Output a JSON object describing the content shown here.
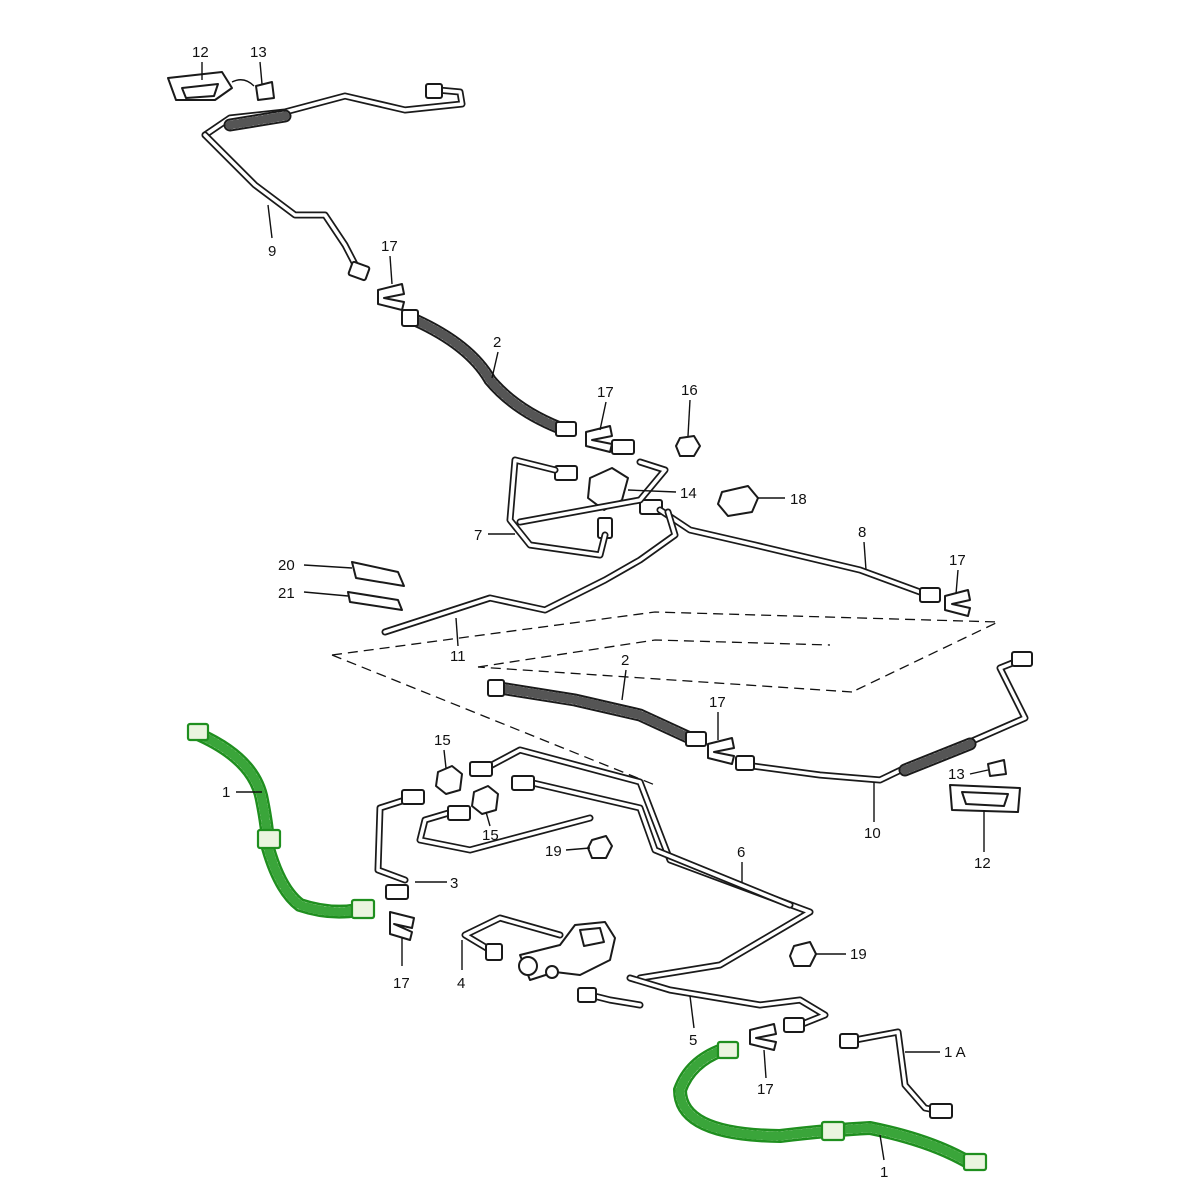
{
  "colors": {
    "line": "#1a1a1a",
    "highlight": "#1f8f1f",
    "background": "#ffffff"
  },
  "callouts": [
    {
      "id": "c12a",
      "text": "12"
    },
    {
      "id": "c13a",
      "text": "13"
    },
    {
      "id": "c9",
      "text": "9"
    },
    {
      "id": "c17a",
      "text": "17"
    },
    {
      "id": "c2a",
      "text": "2"
    },
    {
      "id": "c17b",
      "text": "17"
    },
    {
      "id": "c16",
      "text": "16"
    },
    {
      "id": "c14",
      "text": "14"
    },
    {
      "id": "c18",
      "text": "18"
    },
    {
      "id": "c7",
      "text": "7"
    },
    {
      "id": "c8",
      "text": "8"
    },
    {
      "id": "c17c",
      "text": "17"
    },
    {
      "id": "c20",
      "text": "20"
    },
    {
      "id": "c21",
      "text": "21"
    },
    {
      "id": "c11",
      "text": "11"
    },
    {
      "id": "c2b",
      "text": "2"
    },
    {
      "id": "c17d",
      "text": "17"
    },
    {
      "id": "c15a",
      "text": "15"
    },
    {
      "id": "c1a",
      "text": "1"
    },
    {
      "id": "c15b",
      "text": "15"
    },
    {
      "id": "c19a",
      "text": "19"
    },
    {
      "id": "c3",
      "text": "3"
    },
    {
      "id": "c6",
      "text": "6"
    },
    {
      "id": "c13b",
      "text": "13"
    },
    {
      "id": "c10",
      "text": "10"
    },
    {
      "id": "c12b",
      "text": "12"
    },
    {
      "id": "c17e",
      "text": "17"
    },
    {
      "id": "c4",
      "text": "4"
    },
    {
      "id": "c19b",
      "text": "19"
    },
    {
      "id": "c5",
      "text": "5"
    },
    {
      "id": "c17f",
      "text": "17"
    },
    {
      "id": "c1A",
      "text": "1 A"
    },
    {
      "id": "c1b",
      "text": "1"
    }
  ]
}
